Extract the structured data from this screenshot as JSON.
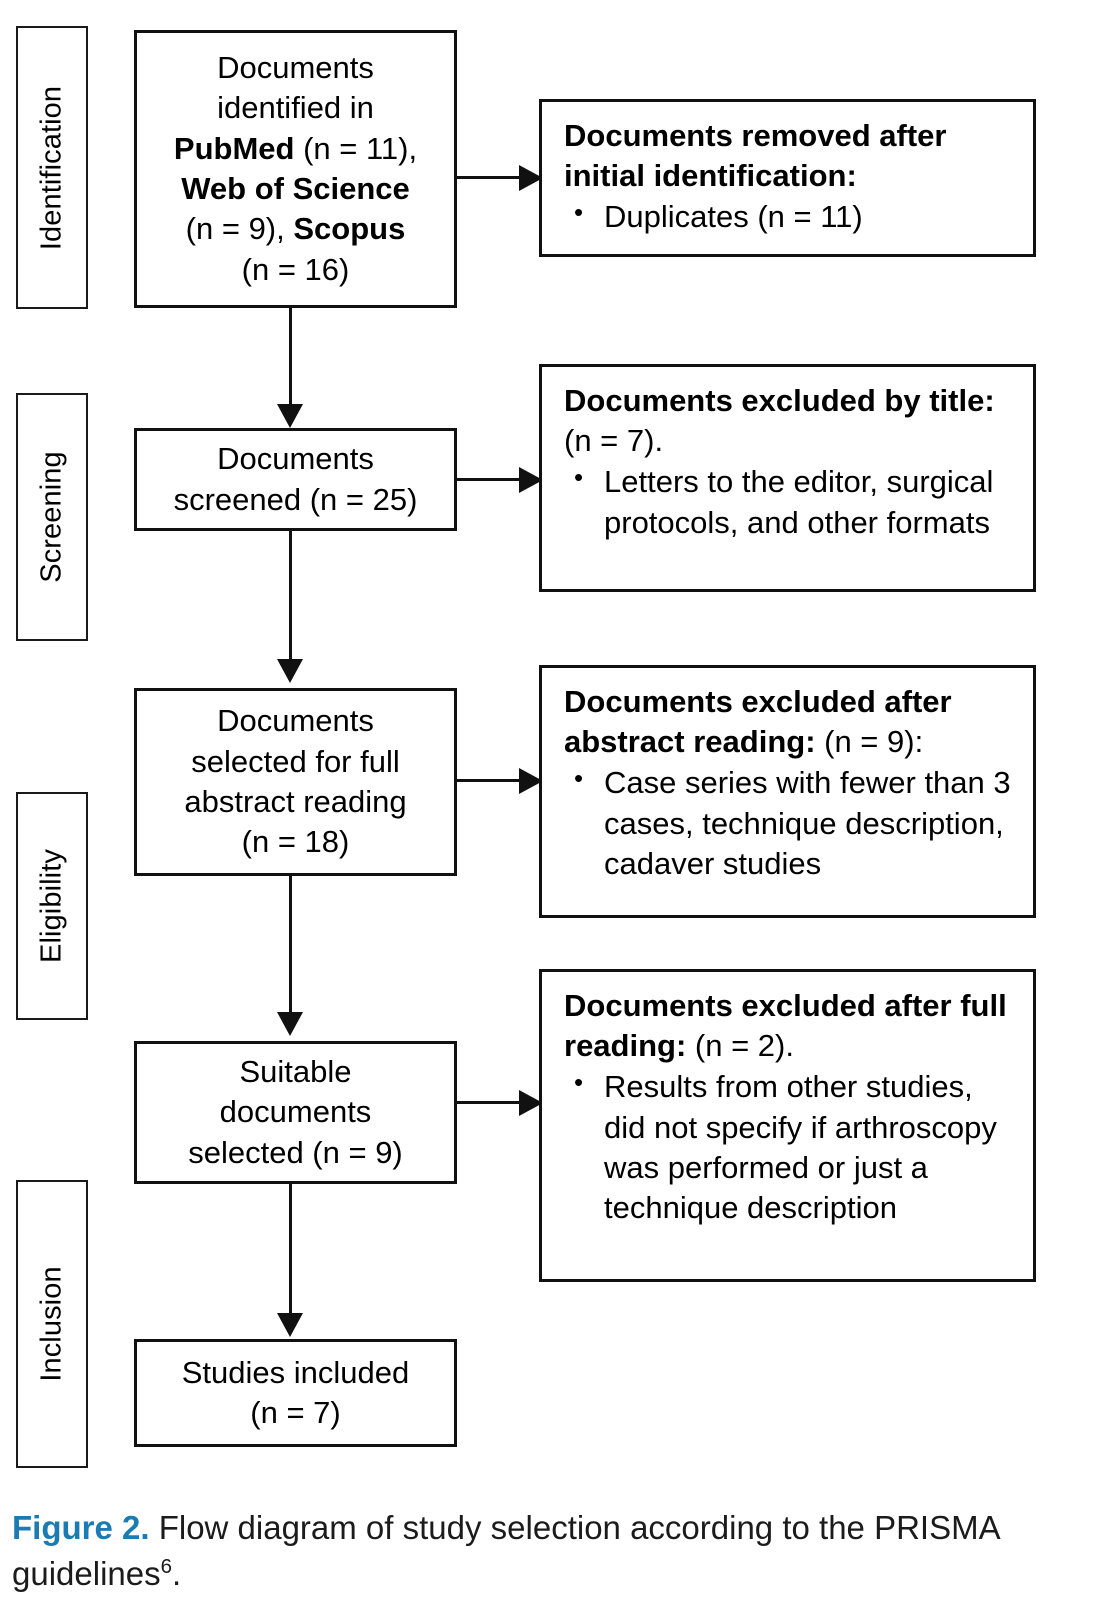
{
  "figure": {
    "stages": [
      {
        "label": "Identification"
      },
      {
        "label": "Screening"
      },
      {
        "label": "Eligibility"
      },
      {
        "label": "Inclusion"
      }
    ],
    "flow_boxes": [
      {
        "id": "identified",
        "line1": "Documents",
        "line2": "identified in",
        "source1_name": "PubMed",
        "source1_count": " (n = 11),",
        "source2_name": "Web of Science",
        "source2_count": "(n = 9), ",
        "source3_name": "Scopus",
        "source3_count": "(n = 16)"
      },
      {
        "id": "screened",
        "line1": "Documents",
        "line2": "screened (n = 25)"
      },
      {
        "id": "full-abstract",
        "line1": "Documents",
        "line2": "selected for full",
        "line3": "abstract reading",
        "line4": "(n = 18)"
      },
      {
        "id": "suitable",
        "line1": "Suitable",
        "line2": "documents",
        "line3": "selected (n = 9)"
      },
      {
        "id": "included",
        "line1": "Studies included",
        "line2": "(n = 7)"
      }
    ],
    "exclusion_boxes": [
      {
        "id": "removed-initial",
        "heading_bold": "Documents removed after initial identification:",
        "heading_regular": "",
        "items": [
          "Duplicates (n = 11)"
        ]
      },
      {
        "id": "excluded-title",
        "heading_bold": "Documents excluded by title:",
        "heading_regular": " (n = 7).",
        "items": [
          "Letters to the editor, surgical protocols, and other formats"
        ]
      },
      {
        "id": "excluded-abstract",
        "heading_bold": "Documents excluded after abstract reading:",
        "heading_regular": " (n = 9):",
        "items": [
          "Case series with fewer than 3 cases, technique description, cadaver studies"
        ]
      },
      {
        "id": "excluded-full",
        "heading_bold": "Documents excluded after full reading:",
        "heading_regular": " (n = 2).",
        "items": [
          "Results from other studies, did not specify if arthroscopy was performed or just a technique description"
        ]
      }
    ],
    "caption": {
      "figure_label": "Figure 2.",
      "text": " Flow diagram of study selection according to the PRISMA guidelines",
      "superscript": "6",
      "end": "."
    },
    "colors": {
      "figure_label": "#1b7cb3",
      "line": "#111111",
      "text": "#000000",
      "background": "#ffffff"
    }
  }
}
